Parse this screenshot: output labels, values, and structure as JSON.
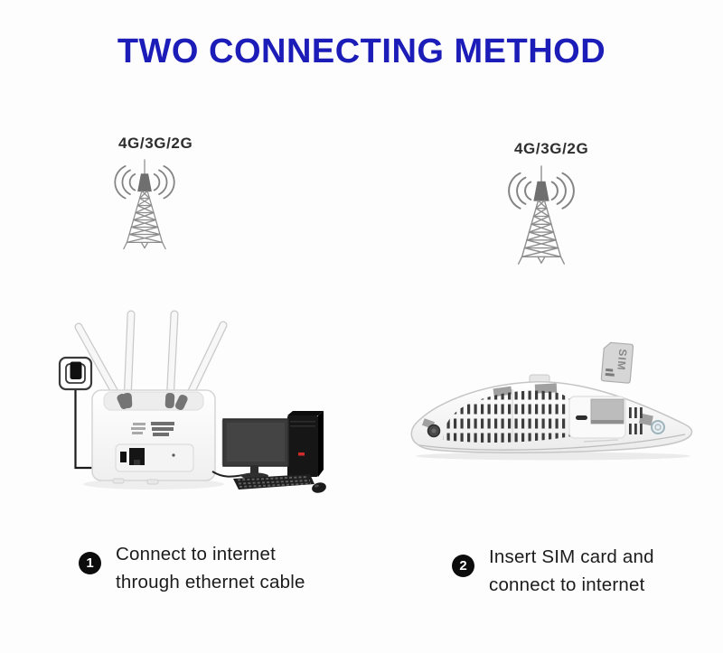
{
  "title": "TWO CONNECTING METHOD",
  "palette": {
    "title_blue": "#1c1cb8",
    "tower_gray": "#8d8d8d",
    "step_badge_black": "#0c0c0c"
  },
  "methods": [
    {
      "network_label": "4G/3G/2G",
      "step": "1",
      "caption": [
        "Connect to internet",
        "through ethernet cable"
      ]
    },
    {
      "network_label": "4G/3G/2G",
      "step": "2",
      "sim_label": "SIM",
      "caption": [
        "Insert SIM card and",
        "connect to internet"
      ]
    }
  ]
}
